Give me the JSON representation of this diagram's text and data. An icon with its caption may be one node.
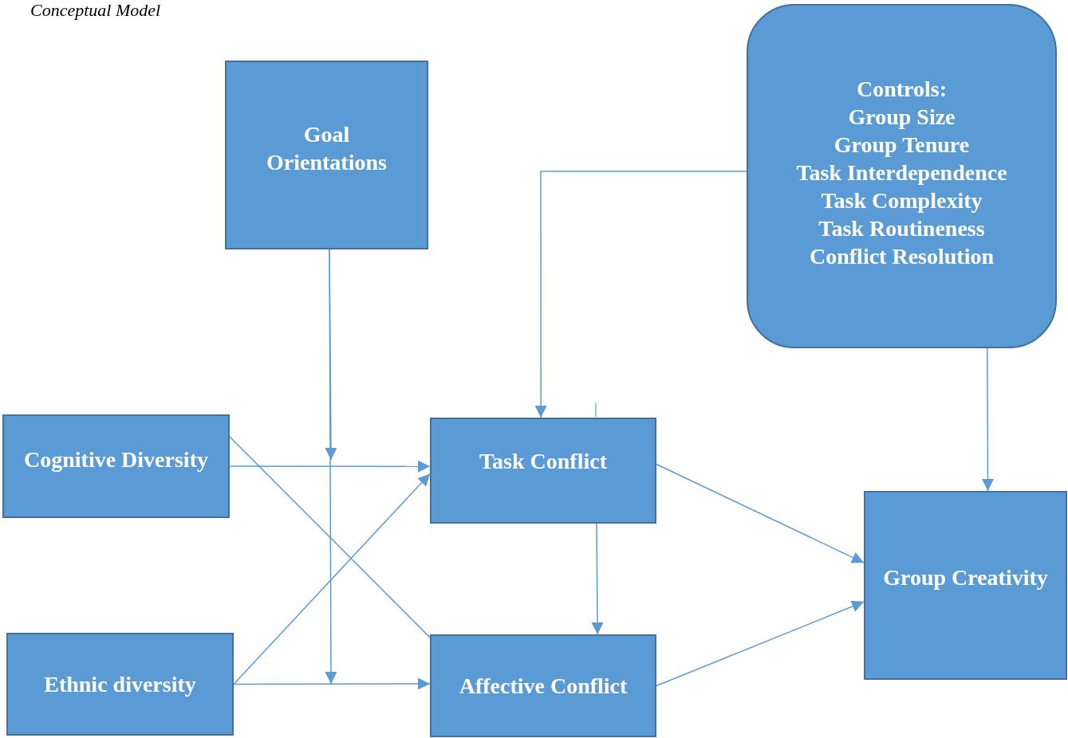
{
  "diagram": {
    "title": "Conceptual Model",
    "nodes": [
      {
        "text": [
          "Goal Orientations"
        ]
      },
      {
        "text": [
          "Controls:",
          "Group Size",
          "Group Tenure",
          "Task Interdependence",
          "Task Complexity",
          "Task Routineness",
          "Conflict Resolution"
        ]
      },
      {
        "text": [
          "Cognitive Diversity"
        ]
      },
      {
        "text": [
          "Task Conflict"
        ]
      },
      {
        "text": [
          "Group Creativity"
        ]
      },
      {
        "text": [
          "Ethnic diversity"
        ]
      },
      {
        "text": [
          "Affective Conflict"
        ]
      }
    ],
    "edges": [
      {
        "from": 0,
        "to": null,
        "arrow": "to"
      },
      {
        "from": 0,
        "to": null,
        "arrow": "to"
      },
      {
        "from": 2,
        "to": 3,
        "arrow": "to"
      },
      {
        "from": 2,
        "to": 6,
        "arrow": "none"
      },
      {
        "from": 5,
        "to": 3,
        "arrow": "to"
      },
      {
        "from": 5,
        "to": 6,
        "arrow": "to"
      },
      {
        "from": 1,
        "to": 3,
        "arrow": "to"
      },
      {
        "from": 3,
        "to": 6,
        "arrow": "to"
      },
      {
        "from": 3,
        "to": 4,
        "arrow": "to"
      },
      {
        "from": 6,
        "to": 4,
        "arrow": "to"
      },
      {
        "from": 1,
        "to": 4,
        "arrow": "to"
      }
    ]
  }
}
